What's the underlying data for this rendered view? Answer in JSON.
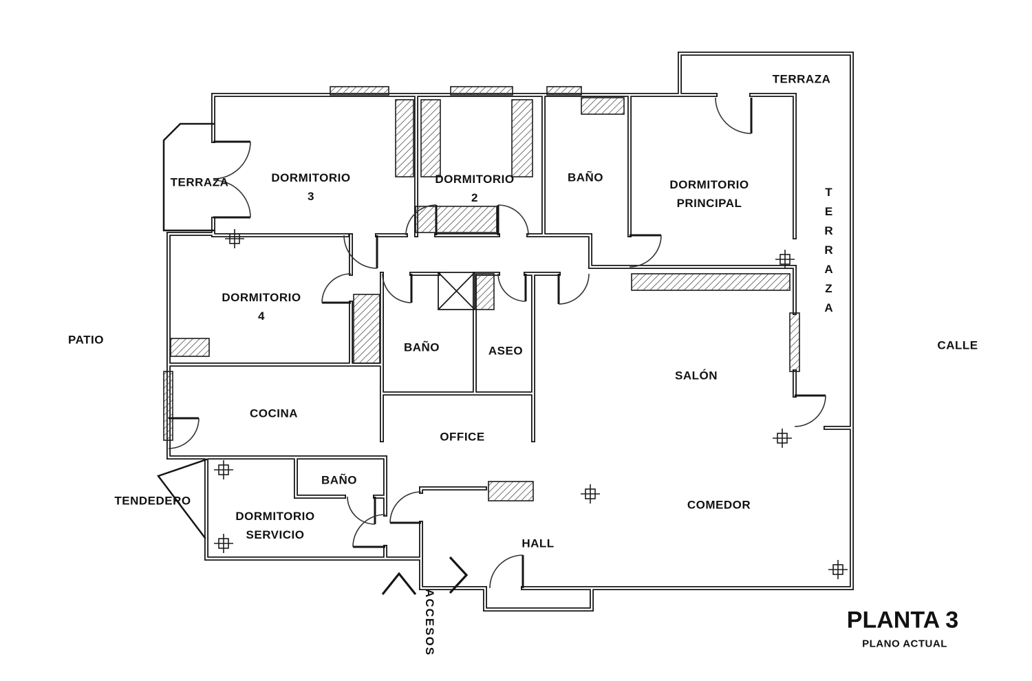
{
  "plan": {
    "title": "PLANTA 3",
    "subtitle": "PLANO ACTUAL"
  },
  "outside": {
    "patio": "PATIO",
    "calle": "CALLE",
    "tendedero": "TENDEDERO",
    "accesos": "ACCESOS"
  },
  "terrazas": {
    "top": "TERRAZA",
    "left": "TERRAZA",
    "right": "TERRAZA"
  },
  "rooms": {
    "dormitorio3": {
      "line1": "DORMITORIO",
      "line2": "3"
    },
    "dormitorio2": {
      "line1": "DORMITORIO",
      "line2": "2"
    },
    "bano_top": {
      "line1": "BAÑO"
    },
    "principal": {
      "line1": "DORMITORIO",
      "line2": "PRINCIPAL"
    },
    "dormitorio4": {
      "line1": "DORMITORIO",
      "line2": "4"
    },
    "bano": {
      "line1": "BAÑO"
    },
    "aseo": {
      "line1": "ASEO"
    },
    "salon": {
      "line1": "SALÓN"
    },
    "cocina": {
      "line1": "COCINA"
    },
    "office": {
      "line1": "OFFICE"
    },
    "bano_servicio": {
      "line1": "BAÑO"
    },
    "servicio": {
      "line1": "DORMITORIO",
      "line2": "SERVICIO"
    },
    "hall": {
      "line1": "HALL"
    },
    "comedor": {
      "line1": "COMEDOR"
    }
  },
  "colors": {
    "wall": "#161616",
    "background": "#ffffff",
    "hatch": "#444444"
  }
}
